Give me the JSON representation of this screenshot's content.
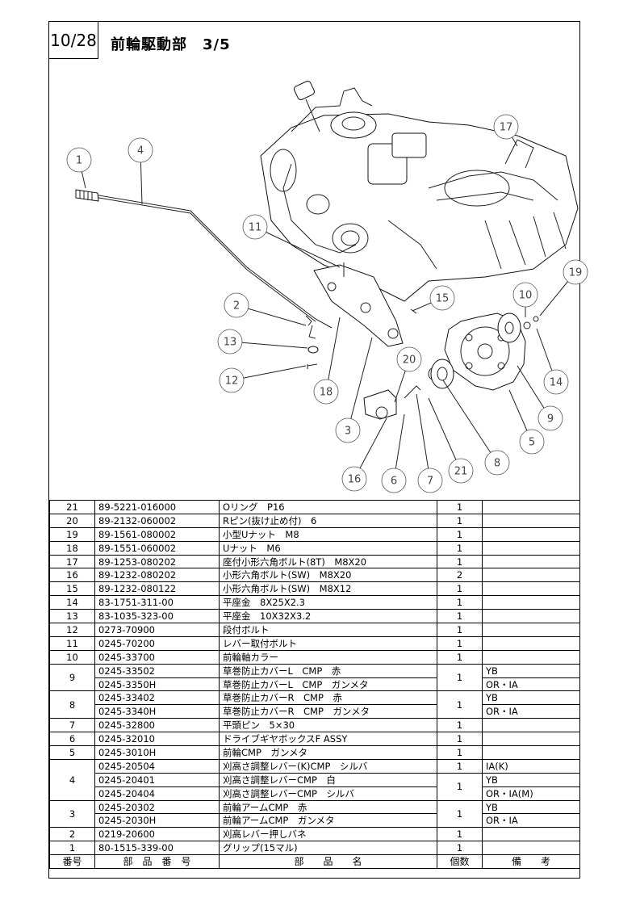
{
  "header": {
    "page_number": "10/28",
    "title": "前輪駆動部　3/5"
  },
  "diagram": {
    "callouts": [
      "1",
      "4",
      "17",
      "11",
      "19",
      "10",
      "15",
      "2",
      "13",
      "20",
      "14",
      "12",
      "18",
      "9",
      "3",
      "5",
      "8",
      "21",
      "16",
      "6",
      "7"
    ]
  },
  "table": {
    "headers": {
      "no": "番号",
      "part_number": "部　品　番　号",
      "part_name": "部　　品　　名",
      "qty": "個数",
      "remarks": "備　　考"
    },
    "rows": [
      {
        "no": "21",
        "part_number": "89-5221-016000",
        "part_name": "Oリング　P16",
        "qty": "1",
        "remarks": ""
      },
      {
        "no": "20",
        "part_number": "89-2132-060002",
        "part_name": "Rピン(抜け止め付)　6",
        "qty": "1",
        "remarks": ""
      },
      {
        "no": "19",
        "part_number": "89-1561-080002",
        "part_name": "小型Uナット　M8",
        "qty": "1",
        "remarks": ""
      },
      {
        "no": "18",
        "part_number": "89-1551-060002",
        "part_name": "Uナット　M6",
        "qty": "1",
        "remarks": ""
      },
      {
        "no": "17",
        "part_number": "89-1253-080202",
        "part_name": "座付小形六角ボルト(8T)　M8X20",
        "qty": "1",
        "remarks": ""
      },
      {
        "no": "16",
        "part_number": "89-1232-080202",
        "part_name": "小形六角ボルト(SW)　M8X20",
        "qty": "2",
        "remarks": ""
      },
      {
        "no": "15",
        "part_number": "89-1232-080122",
        "part_name": "小形六角ボルト(SW)　M8X12",
        "qty": "1",
        "remarks": ""
      },
      {
        "no": "14",
        "part_number": "83-1751-311-00",
        "part_name": "平座金　8X25X2.3",
        "qty": "1",
        "remarks": ""
      },
      {
        "no": "13",
        "part_number": "83-1035-323-00",
        "part_name": "平座金　10X32X3.2",
        "qty": "1",
        "remarks": ""
      },
      {
        "no": "12",
        "part_number": "0273-70900",
        "part_name": "段付ボルト",
        "qty": "1",
        "remarks": ""
      },
      {
        "no": "11",
        "part_number": "0245-70200",
        "part_name": "レバー取付ボルト",
        "qty": "1",
        "remarks": ""
      },
      {
        "no": "10",
        "part_number": "0245-33700",
        "part_name": "前輪軸カラー",
        "qty": "1",
        "remarks": ""
      },
      {
        "no": "9",
        "part_number": "0245-33502",
        "part_name": "草巻防止カバーL　CMP　赤",
        "qty": "1",
        "remarks": "YB",
        "no_span": 2,
        "qty_span": 2
      },
      {
        "part_number": "0245-3350H",
        "part_name": "草巻防止カバーL　CMP　ガンメタ",
        "remarks": "OR・IA"
      },
      {
        "no": "8",
        "part_number": "0245-33402",
        "part_name": "草巻防止カバーR　CMP　赤",
        "qty": "1",
        "remarks": "YB",
        "no_span": 2,
        "qty_span": 2
      },
      {
        "part_number": "0245-3340H",
        "part_name": "草巻防止カバーR　CMP　ガンメタ",
        "remarks": "OR・IA"
      },
      {
        "no": "7",
        "part_number": "0245-32800",
        "part_name": "平頭ピン　5×30",
        "qty": "1",
        "remarks": ""
      },
      {
        "no": "6",
        "part_number": "0245-32010",
        "part_name": "ドライブギヤボックスF ASSY",
        "qty": "1",
        "remarks": ""
      },
      {
        "no": "5",
        "part_number": "0245-3010H",
        "part_name": "前輪CMP　ガンメタ",
        "qty": "1",
        "remarks": ""
      },
      {
        "no": "4",
        "part_number": "0245-20504",
        "part_name": "刈高さ調整レバー(K)CMP　シルバ",
        "qty": "1",
        "remarks": "IA(K)",
        "no_span": 3
      },
      {
        "part_number": "0245-20401",
        "part_name": "刈高さ調整レバーCMP　白",
        "qty": "1",
        "remarks": "YB",
        "qty_span": 2
      },
      {
        "part_number": "0245-20404",
        "part_name": "刈高さ調整レバーCMP　シルバ",
        "remarks": "OR・IA(M)"
      },
      {
        "no": "3",
        "part_number": "0245-20302",
        "part_name": "前輪アームCMP　赤",
        "qty": "1",
        "remarks": "YB",
        "no_span": 2,
        "qty_span": 2
      },
      {
        "part_number": "0245-2030H",
        "part_name": "前輪アームCMP　ガンメタ",
        "remarks": "OR・IA"
      },
      {
        "no": "2",
        "part_number": "0219-20600",
        "part_name": "刈高レバー押しバネ",
        "qty": "1",
        "remarks": ""
      },
      {
        "no": "1",
        "part_number": "80-1515-339-00",
        "part_name": "グリップ(15マル)",
        "qty": "1",
        "remarks": ""
      }
    ]
  }
}
